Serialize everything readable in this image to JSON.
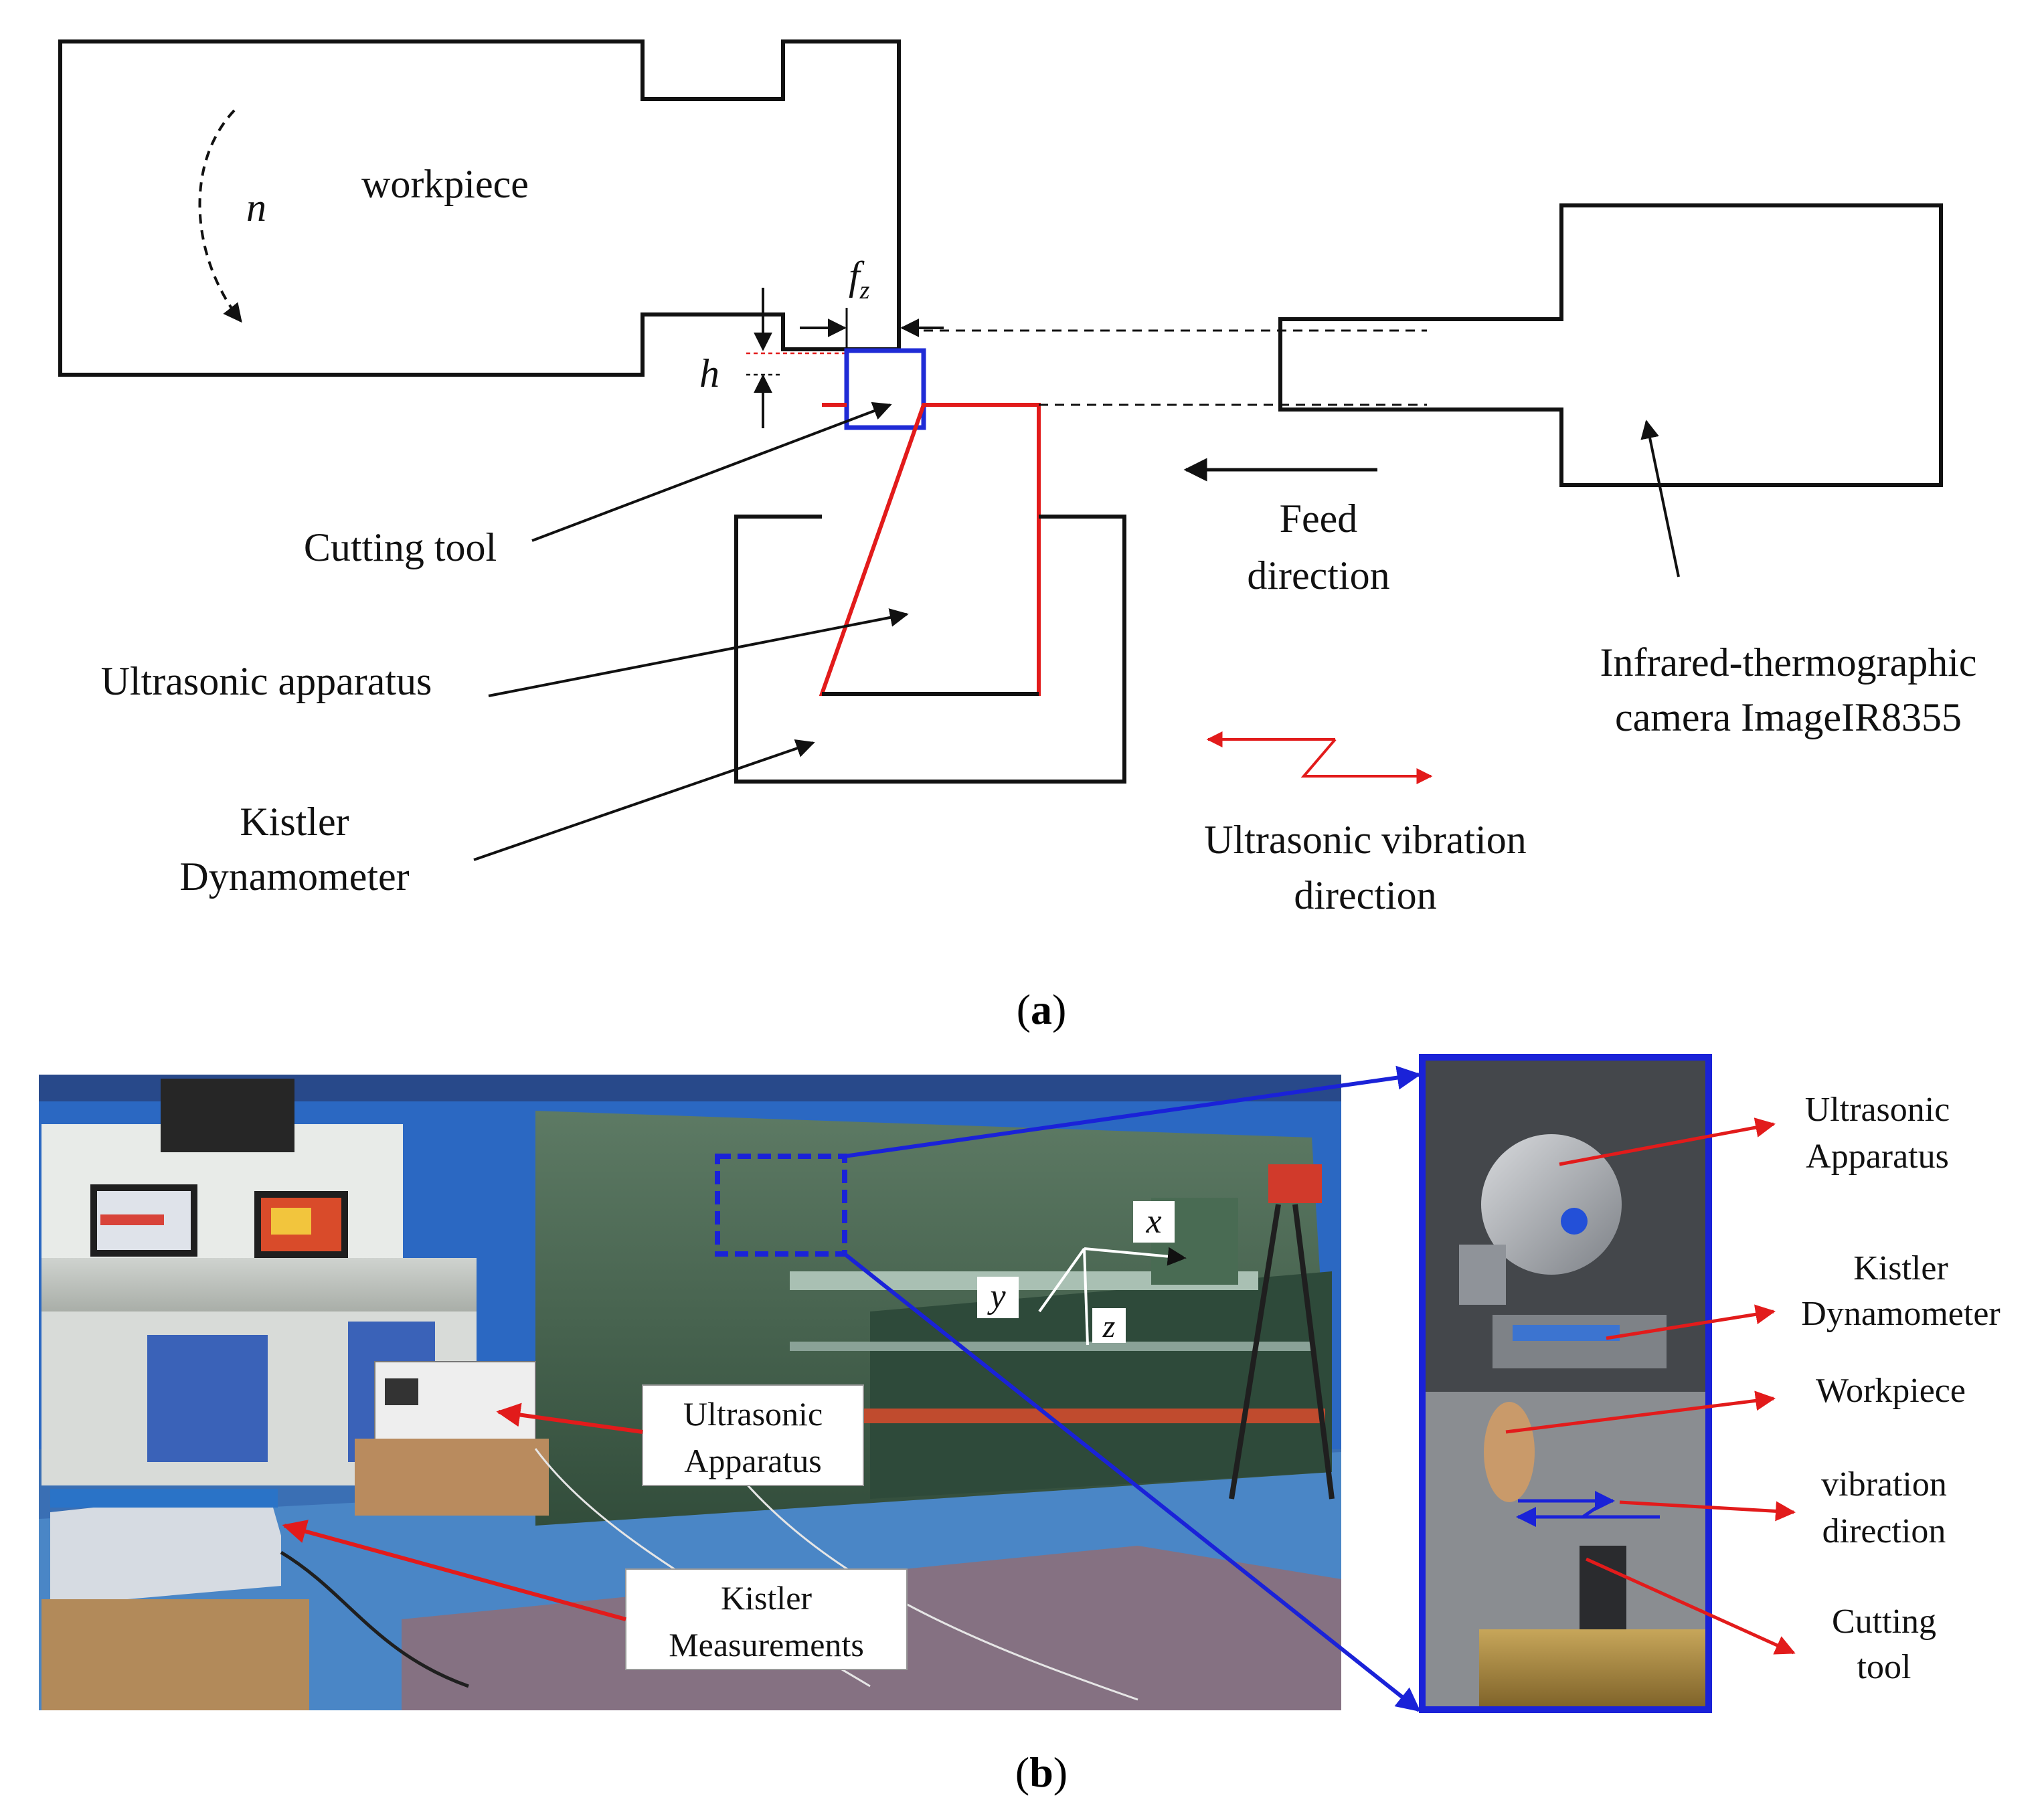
{
  "panel_a": {
    "labels": {
      "workpiece": "workpiece",
      "n": "n",
      "fz_main": "f",
      "fz_sub": "z",
      "h": "h",
      "cutting_tool": "Cutting tool",
      "ultrasonic_apparatus": "Ultrasonic apparatus",
      "kistler_line1": "Kistler",
      "kistler_line2": "Dynamometer",
      "feed_line1": "Feed",
      "feed_line2": "direction",
      "camera_line1": "Infrared-thermographic",
      "camera_line2": "camera ImageIR8355",
      "vibration_line1": "Ultrasonic vibration",
      "vibration_line2": "direction"
    },
    "caption": {
      "open": "(",
      "letter": "a",
      "close": ")"
    }
  },
  "panel_b": {
    "callouts": {
      "ultrasonic_line1": "Ultrasonic",
      "ultrasonic_line2": "Apparatus",
      "kistler_line1": "Kistler",
      "kistler_line2": "Measurements"
    },
    "axes": {
      "x": "x",
      "y": "y",
      "z": "z"
    },
    "inset_labels": {
      "ultrasonic_line1": "Ultrasonic",
      "ultrasonic_line2": "Apparatus",
      "kistler_line1": "Kistler",
      "kistler_line2": "Dynamometer",
      "workpiece": "Workpiece",
      "vibration_line1": "vibration",
      "vibration_line2": "direction",
      "cutting_line1": "Cutting",
      "cutting_line2": "tool"
    },
    "caption": {
      "open": "(",
      "letter": "b",
      "close": ")"
    }
  },
  "colors": {
    "outline": "#111111",
    "ultrasonic_outline": "#e21b1b",
    "tool_outline": "#1f2bd6",
    "callout_arrow": "#e21b1b",
    "zoom_frame": "#1a22d8"
  }
}
